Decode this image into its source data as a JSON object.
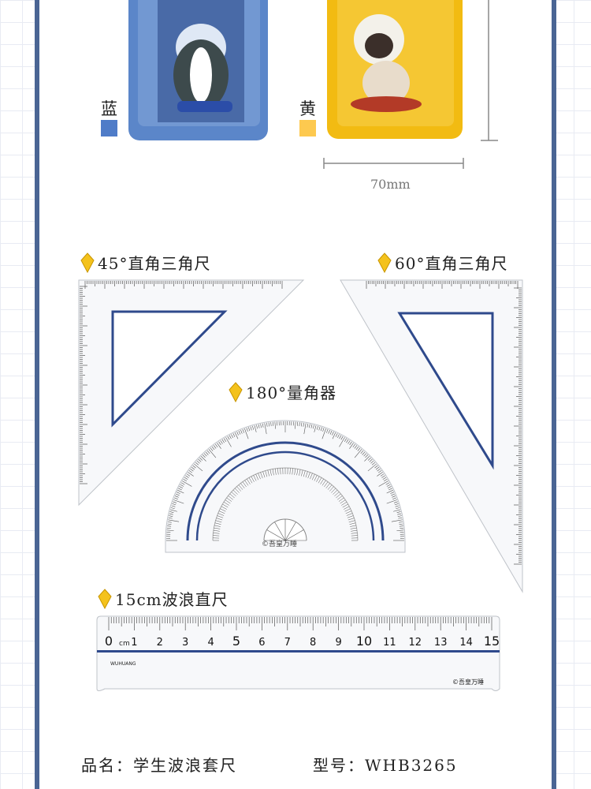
{
  "variants": [
    {
      "label": "蓝",
      "color": "#4f7cc8",
      "case_color": "#5b86c9"
    },
    {
      "label": "黄",
      "color": "#fdc94f",
      "case_color": "#f2bb12"
    }
  ],
  "dimension": {
    "width_label": "70mm"
  },
  "sections": {
    "tri45": {
      "title": "45°直角三角尺"
    },
    "tri60": {
      "title": "60°直角三角尺"
    },
    "protractor": {
      "title": "180°量角器",
      "brand": "©吾皇万睡"
    },
    "ruler": {
      "title": "15cm波浪直尺",
      "unit": "cm",
      "brand": "©吾皇万睡",
      "logo_text": "WUHUANG",
      "numbers": [
        "0",
        "1",
        "2",
        "3",
        "4",
        "5",
        "6",
        "7",
        "8",
        "9",
        "10",
        "11",
        "12",
        "13",
        "14",
        "15"
      ]
    }
  },
  "product": {
    "name_label": "品名：学生波浪套尺",
    "model_label": "型号：WHB3265"
  },
  "colors": {
    "border": "#4a6594",
    "accent_blue": "#2f4a8c",
    "star": "#f4c21c"
  }
}
